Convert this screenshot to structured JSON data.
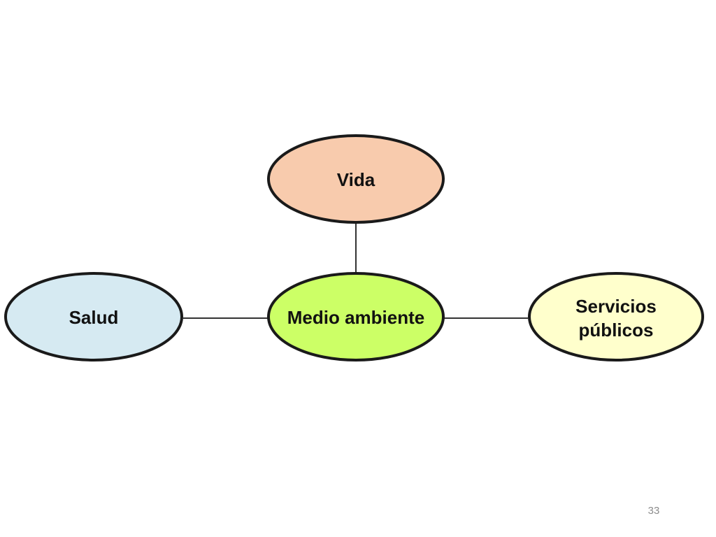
{
  "diagram": {
    "nodes": [
      {
        "id": "vida",
        "label_lines": [
          "Vida"
        ],
        "fill": "#F8CBAD"
      },
      {
        "id": "salud",
        "label_lines": [
          "Salud"
        ],
        "fill": "#D6EAF2"
      },
      {
        "id": "medio-ambiente",
        "label_lines": [
          "Medio ambiente"
        ],
        "fill": "#CCFF66"
      },
      {
        "id": "servicios-publicos",
        "label_lines": [
          "Servicios",
          "públicos"
        ],
        "fill": "#FFFFCC"
      }
    ],
    "edges": [
      {
        "from": "medio-ambiente",
        "to": "vida"
      },
      {
        "from": "medio-ambiente",
        "to": "salud"
      },
      {
        "from": "medio-ambiente",
        "to": "servicios-publicos"
      }
    ],
    "outline_color": "#1a1a1a",
    "connector_color": "#333333"
  },
  "slide": {
    "page_number": "33"
  }
}
